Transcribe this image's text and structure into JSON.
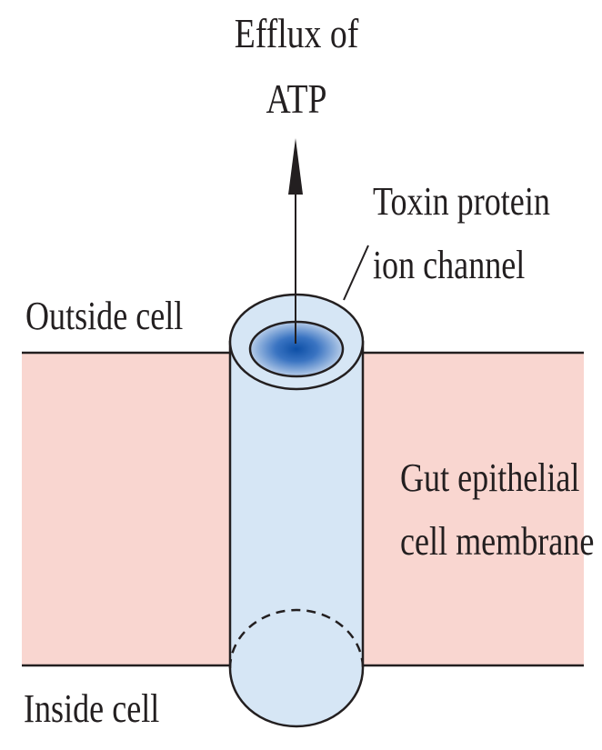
{
  "labels": {
    "efflux_line1": "Efflux of",
    "efflux_line2": "ATP",
    "toxin_line1": "Toxin protein",
    "toxin_line2": "ion channel",
    "outside": "Outside cell",
    "gut_line1": "Gut epithelial",
    "gut_line2": "cell membrane",
    "inside": "Inside cell"
  },
  "colors": {
    "membrane_fill": "#f9d6d0",
    "channel_fill": "#d6e6f5",
    "pore_center": "#1a56a8",
    "line": "#231f20"
  }
}
